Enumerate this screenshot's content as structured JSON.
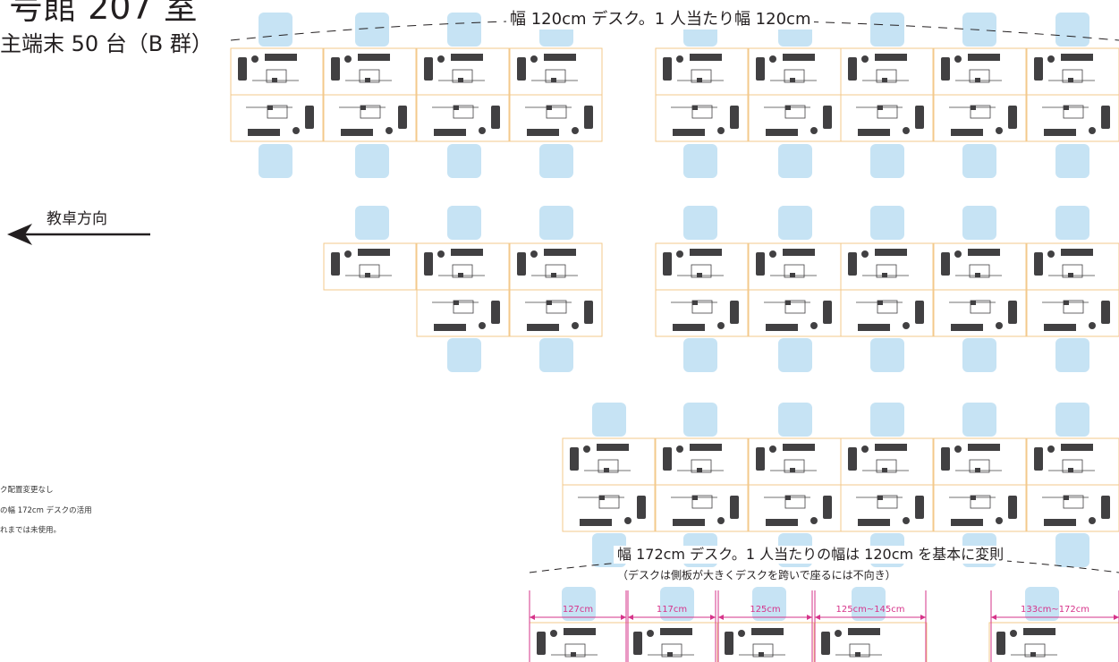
{
  "title": {
    "line1": "号館 207 室",
    "line2": "主端末 50 台（B 群）"
  },
  "direction_label": "教卓方向",
  "notes": [
    "ク配置変更なし",
    "の幅 172cm デスクの活用",
    "れまでは未使用。"
  ],
  "top_caption": "幅 120cm デスク。1 人当たり幅 120cm",
  "bottom_caption": "幅 172cm デスク。1 人当たりの幅は 120cm を基本に変則",
  "bottom_subcaption": "（デスクは側板が大きくデスクを跨いで座るには不向き）",
  "dimension_labels": [
    "127cm",
    "117cm",
    "125cm",
    "125cm~145cm",
    "133cm~172cm"
  ],
  "colors": {
    "desk_outline": "#f3c98b",
    "chair": "#c6e3f4",
    "equipment": "#414042",
    "dimension": "#d6338a",
    "text": "#231f20"
  }
}
